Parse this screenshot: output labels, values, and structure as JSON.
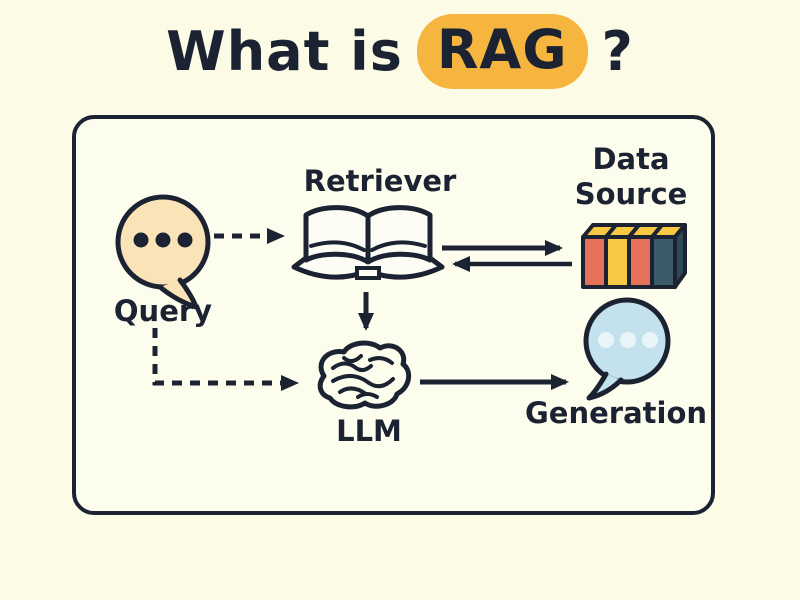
{
  "title": {
    "prefix": "What is",
    "highlight": "RAG",
    "suffix": "?"
  },
  "diagram": {
    "query": {
      "label": "Query",
      "icon": "speech-bubble-icon"
    },
    "retriever": {
      "label": "Retriever",
      "icon": "open-book-icon"
    },
    "data_source": {
      "line1": "Data",
      "line2": "Source",
      "icon": "book-stack-icon"
    },
    "llm": {
      "label": "LLM",
      "icon": "brain-icon"
    },
    "generation": {
      "label": "Generation",
      "icon": "speech-bubble-icon"
    }
  },
  "edges": [
    {
      "from": "query",
      "to": "retriever",
      "style": "dashed",
      "direction": "right"
    },
    {
      "from": "retriever",
      "to": "data_source",
      "style": "solid",
      "direction": "right"
    },
    {
      "from": "data_source",
      "to": "retriever",
      "style": "solid",
      "direction": "left"
    },
    {
      "from": "retriever",
      "to": "llm",
      "style": "solid",
      "direction": "down"
    },
    {
      "from": "query",
      "to": "llm",
      "style": "dashed",
      "direction": "elbow-right"
    },
    {
      "from": "llm",
      "to": "generation",
      "style": "solid",
      "direction": "right"
    }
  ],
  "colors": {
    "background": "#FBFBE6",
    "panel_background": "#FDFDEE",
    "ink": "#1B2333",
    "highlight_pill": "#F6B53E",
    "query_bubble": "#FAE3B6",
    "generation_bubble": "#C3E2EE",
    "generation_dots": "#EAF5FA",
    "book_red": "#E5715B",
    "book_yellow": "#F6C844",
    "book_teal": "#3C5A68",
    "book_side_dark": "#2E4854"
  }
}
